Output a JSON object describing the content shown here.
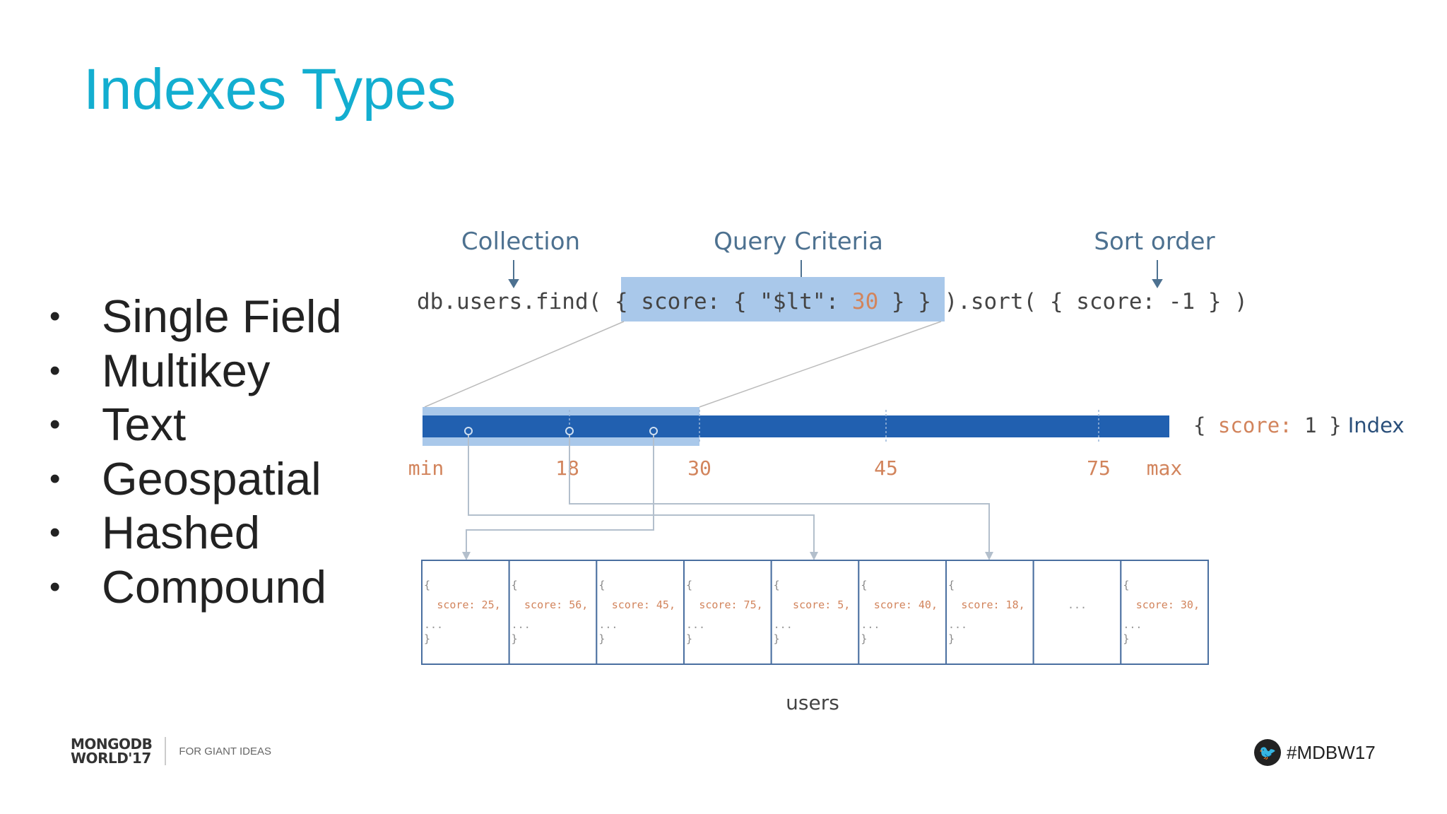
{
  "slide": {
    "title": "Indexes Types",
    "bullets": [
      "Single Field",
      "Multikey",
      "Text",
      "Geospatial",
      "Hashed",
      "Compound"
    ]
  },
  "diagram": {
    "labels": {
      "collection": "Collection",
      "query": "Query Criteria",
      "sort": "Sort order"
    },
    "code": {
      "prefix": "db.users.find( ",
      "query_open": "{ score: { \"$lt\": ",
      "query_value": "30",
      "query_close": " } }",
      "suffix": " ).sort( { score: -1 } )"
    },
    "index_label": {
      "code_open": "{ ",
      "field": "score: ",
      "value": "1",
      "code_close": " }",
      "word": " Index"
    },
    "ticks": [
      "min",
      "18",
      "30",
      "45",
      "75",
      "max"
    ],
    "documents": [
      {
        "open": "{",
        "line": "score: 25,",
        "more": "...",
        "close": "}"
      },
      {
        "open": "{",
        "line": "score: 56,",
        "more": "...",
        "close": "}"
      },
      {
        "open": "{",
        "line": "score: 45,",
        "more": "...",
        "close": "}"
      },
      {
        "open": "{",
        "line": "score: 75,",
        "more": "...",
        "close": "}"
      },
      {
        "open": "{",
        "line": "score: 5,",
        "more": "...",
        "close": "}"
      },
      {
        "open": "{",
        "line": "score: 40,",
        "more": "...",
        "close": "}"
      },
      {
        "open": "{",
        "line": "score: 18,",
        "more": "...",
        "close": "}"
      },
      {
        "open": "",
        "line": "...",
        "more": "",
        "close": ""
      },
      {
        "open": "{",
        "line": "score: 30,",
        "more": "...",
        "close": "}"
      }
    ],
    "collection_name": "users",
    "colors": {
      "bar": "#2160b0",
      "highlight": "#a9c8ea",
      "label": "#4d7190",
      "number": "#d2845c",
      "arrow": "#b3bfcc"
    }
  },
  "footer": {
    "logo_line1": "MONGODB",
    "logo_line2": "WORLD'17",
    "tagline": "FOR GIANT IDEAS",
    "twitter_icon": "twitter-bird-icon",
    "hashtag": "#MDBW17"
  }
}
